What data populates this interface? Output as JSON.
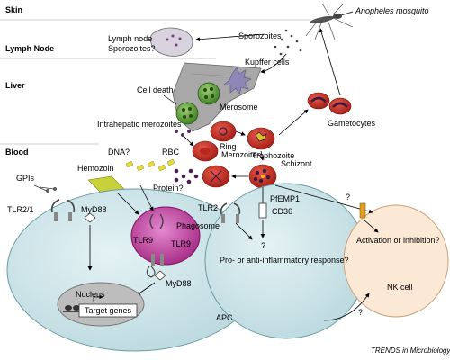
{
  "regions": {
    "skin": "Skin",
    "lymph_node": "Lymph Node",
    "liver": "Liver",
    "blood": "Blood"
  },
  "labels": {
    "anopheles_mosquito": "Anopheles mosquito",
    "sporozoites": "Sporozoites",
    "lymph_node_sporozoites_line1": "Lymph node",
    "lymph_node_sporozoites_line2": "Sporozoites?",
    "kupffer_cells": "Kupffer cells",
    "cell_death": "Cell death",
    "merosome": "Merosome",
    "intrahepatic_merozoites": "Intrahepatic merozoites",
    "gametocytes": "Gametocytes",
    "ring": "Ring",
    "trophozoite": "Trophozoite",
    "merozoites": "Merozoites",
    "rbc": "RBC",
    "dna": "DNA?",
    "hemozoin": "Hemozoin",
    "schizont": "Schizont",
    "gpis": "GPIs",
    "protein": "Protein?",
    "tlr2": "TLR2",
    "tlr2_1": "TLR2/1",
    "myd88_top": "MyD88",
    "myd88_bottom": "MyD88",
    "phagosome": "Phagosome",
    "tlr9_left": "TLR9",
    "tlr9_right": "TLR9",
    "pfemp1": "PfEMP1",
    "cd36": "CD36",
    "question_mark": "?",
    "question_mark_cd36": "?",
    "question_mark_nk": "?",
    "question_mark_apc": "?",
    "activation_or_inhibition": "Activation or inhibition?",
    "pro_anti_inflammatory": "Pro- or anti-inflammatory response?",
    "nk_cell": "NK cell",
    "nucleus": "Nucleus",
    "target_genes": "Target genes",
    "apc": "APC",
    "credit": "TRENDS in Microbiology"
  },
  "colors": {
    "rbc_fill": "#c8281e",
    "rbc_dark": "#8e1a12",
    "parasite_purple": "#6a2a6e",
    "merosome_green": "#4f8f2f",
    "liver_gray": "#9a9a9a",
    "kupffer_purple": "#8f86b8",
    "hemozoin_yellow": "#e8dc3a",
    "phagosome_magenta": "#c0359a",
    "apc_fill": "#cfe6ea",
    "nk_fill": "#fbe9d6",
    "nucleus_fill": "#bdbdbd",
    "receptor_fill": "#e0a020"
  }
}
